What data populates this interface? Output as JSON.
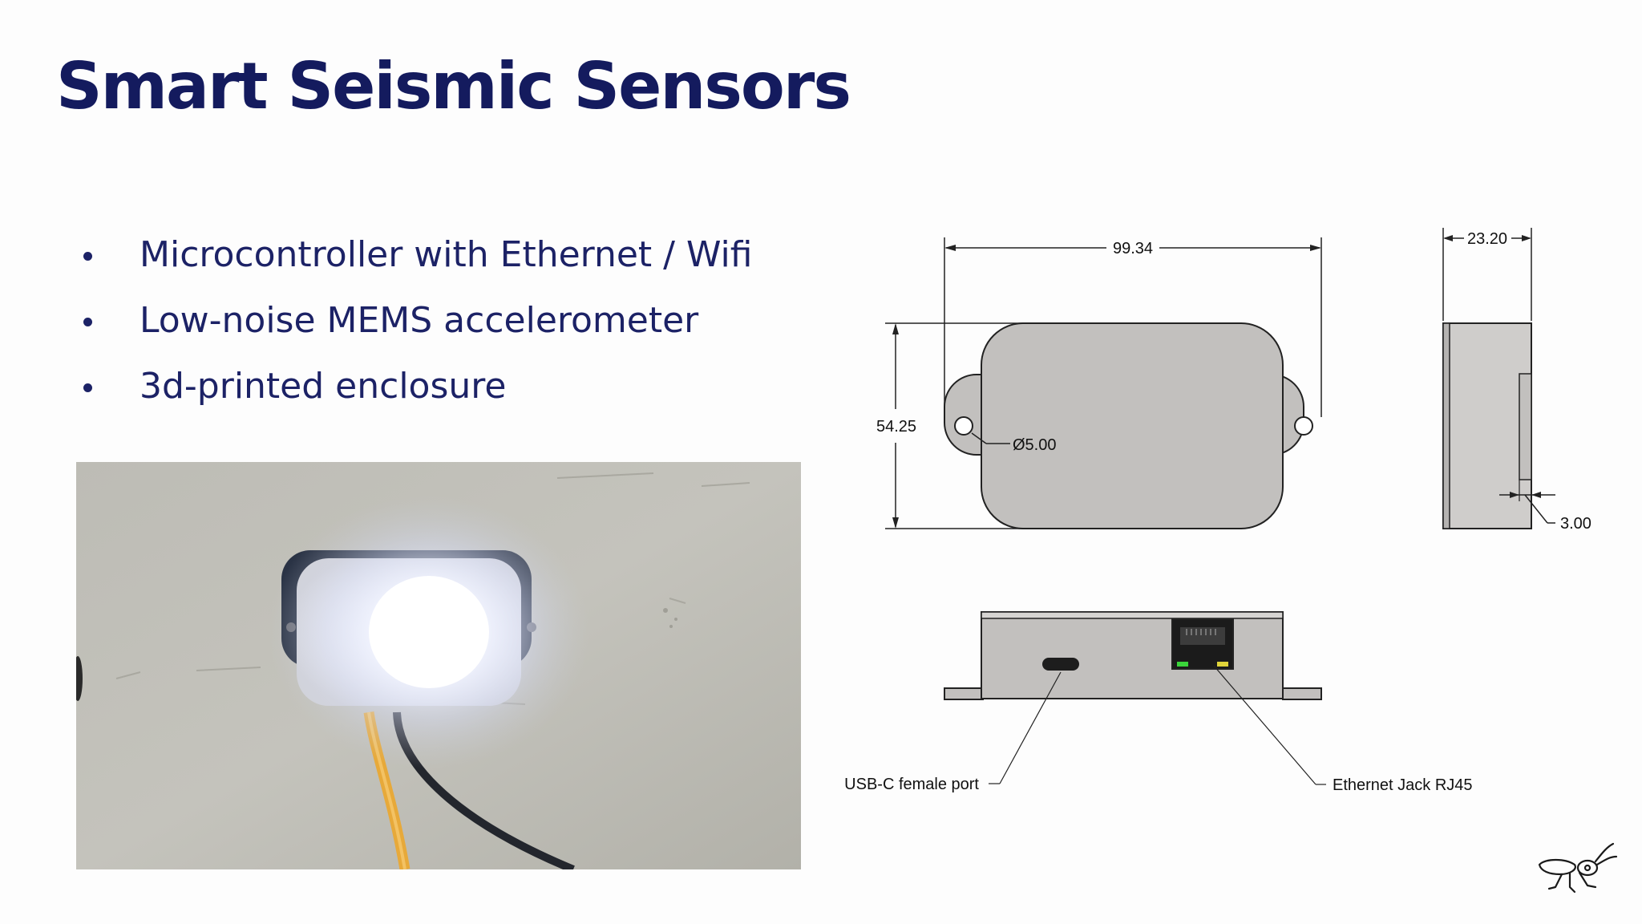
{
  "slide": {
    "title": "Smart Seismic Sensors",
    "bullets": [
      "Microcontroller with Ethernet / Wifi",
      "Low-noise MEMS accelerometer",
      "3d-printed enclosure"
    ]
  },
  "drawing": {
    "width_dim": "99.34",
    "height_dim": "54.25",
    "depth_dim": "23.20",
    "hole_dim": "Ø5.00",
    "wall_dim": "3.00",
    "usb_label": "USB-C female port",
    "ethernet_label": "Ethernet Jack RJ45"
  },
  "colors": {
    "title": "#141b5e",
    "body_text": "#1c2266",
    "enclosure": "#c2c0be"
  },
  "icons": {
    "logo": "ant-icon"
  }
}
